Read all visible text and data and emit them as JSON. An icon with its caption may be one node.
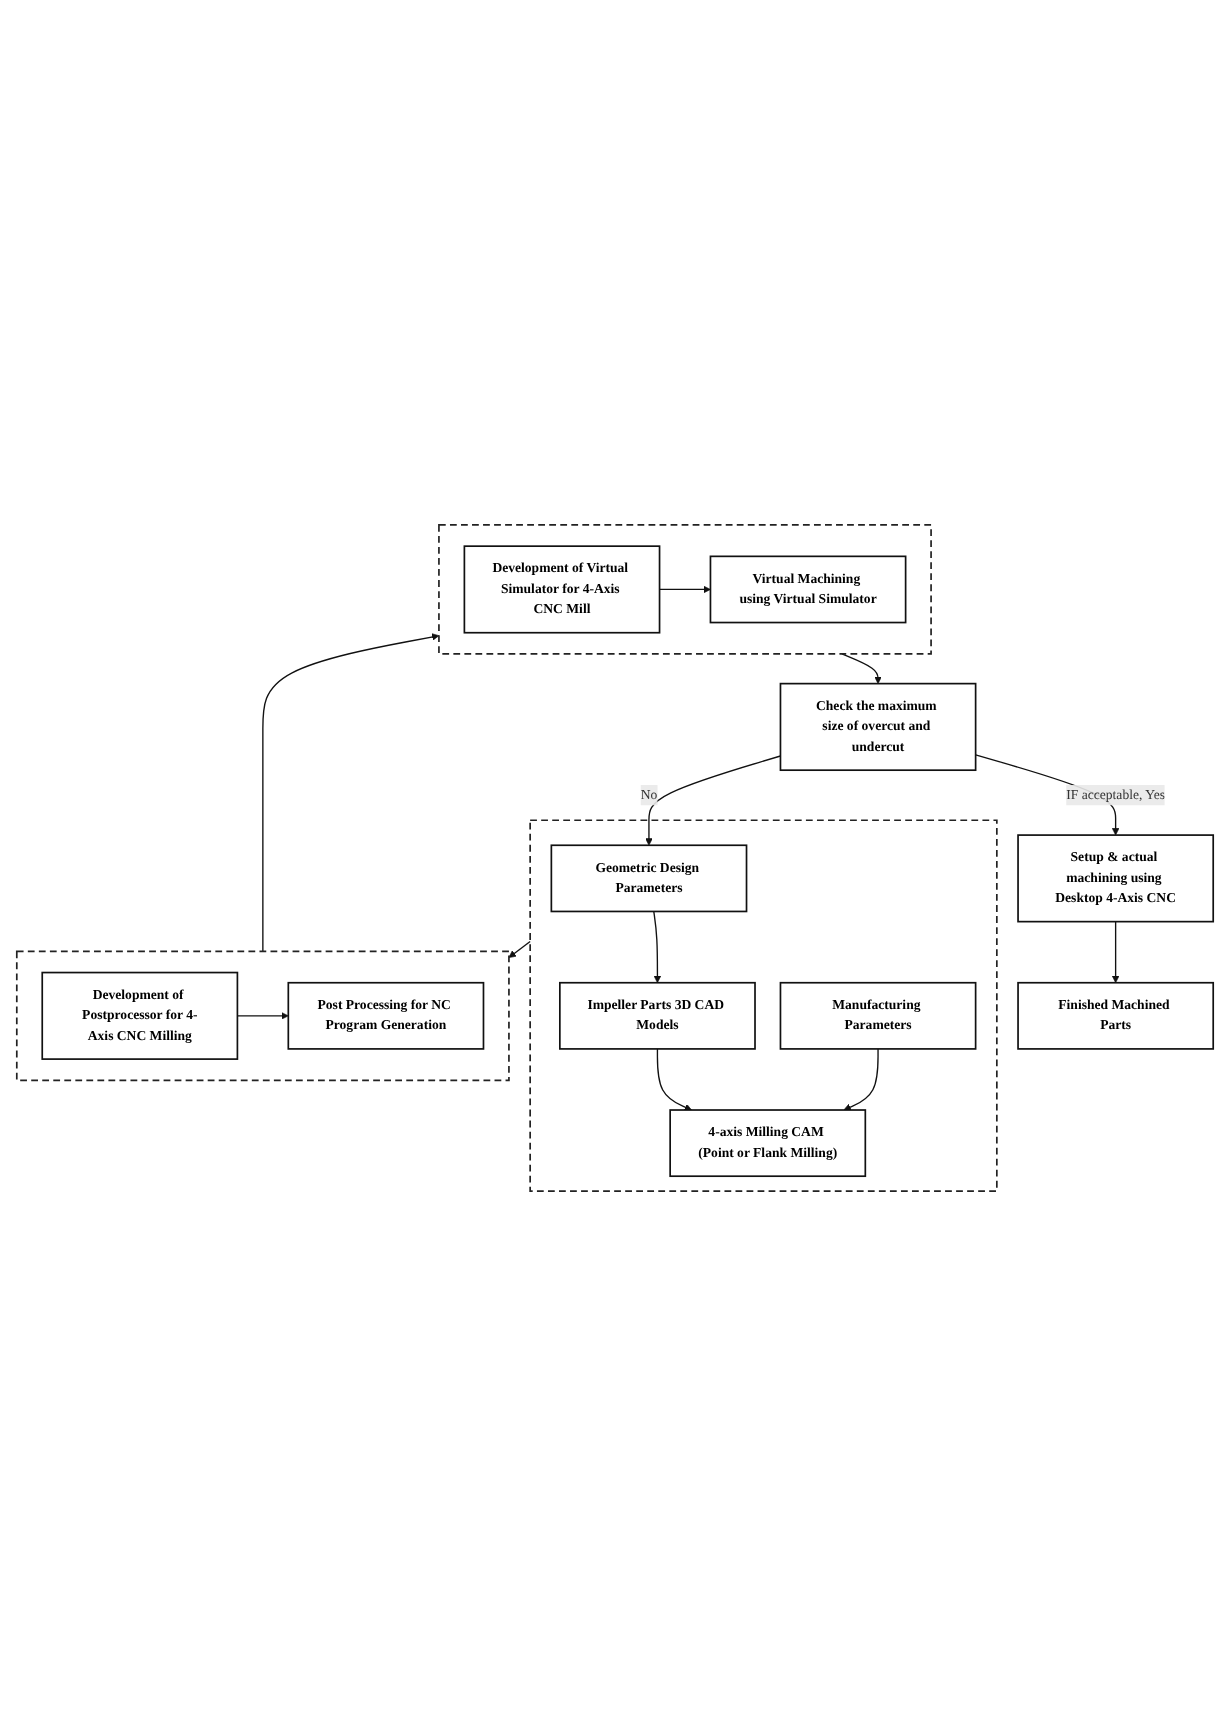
{
  "diagram": {
    "nodes": [
      {
        "text": [],
        "shape": "box"
      },
      {
        "text": [
          "Geometric Design Parameters"
        ],
        "in": 0
      },
      {
        "text": [
          "Impeller Parts 3D CAD Models"
        ],
        "in": 0
      },
      {
        "text": [
          "Manufacturing Parameters"
        ],
        "in": 0
      },
      {
        "text": [
          "4-axis Milling CAM (Point or Flank Milling)"
        ],
        "in": 0
      },
      {
        "text": [],
        "shape": "box"
      },
      {
        "text": [
          "Post Processing for NC Program Generation"
        ],
        "in": 5
      },
      {
        "text": [
          "Development of Postprocessor for 4-Axis CNC Milling"
        ],
        "in": 5
      },
      {
        "text": [],
        "shape": "box"
      },
      {
        "text": [
          "Virtual Machining using Virtual Simulator"
        ],
        "in": 8
      },
      {
        "text": [
          "Development of Virtual Simulator for 4-Axis CNC Mill"
        ],
        "in": 8
      },
      {
        "text": [
          "Check the maximum size of overcut and undercut"
        ]
      },
      {
        "text": [
          "Setup & actual machining using Desktop 4-Axis CNC"
        ]
      },
      {
        "text": [
          "Finished Machined Parts"
        ]
      }
    ],
    "edges": [
      {
        "from": 1,
        "to": 2,
        "arrow": "to"
      },
      {
        "from": 2,
        "to": 4,
        "arrow": "to"
      },
      {
        "from": 3,
        "to": 4,
        "arrow": "to"
      },
      {
        "from": 0,
        "to": 5,
        "arrow": "to"
      },
      {
        "from": 7,
        "to": 6,
        "arrow": "to"
      },
      {
        "from": 5,
        "to": 8,
        "arrow": "to"
      },
      {
        "from": 10,
        "to": 9,
        "arrow": "to"
      },
      {
        "from": 8,
        "to": 11,
        "arrow": "to"
      },
      {
        "from": 11,
        "to": 1,
        "arrow": "to",
        "label": "No"
      },
      {
        "from": 11,
        "to": 12,
        "arrow": "to",
        "label": "IF acceptable, Yes"
      },
      {
        "from": 12,
        "to": 13,
        "arrow": "to"
      }
    ]
  }
}
